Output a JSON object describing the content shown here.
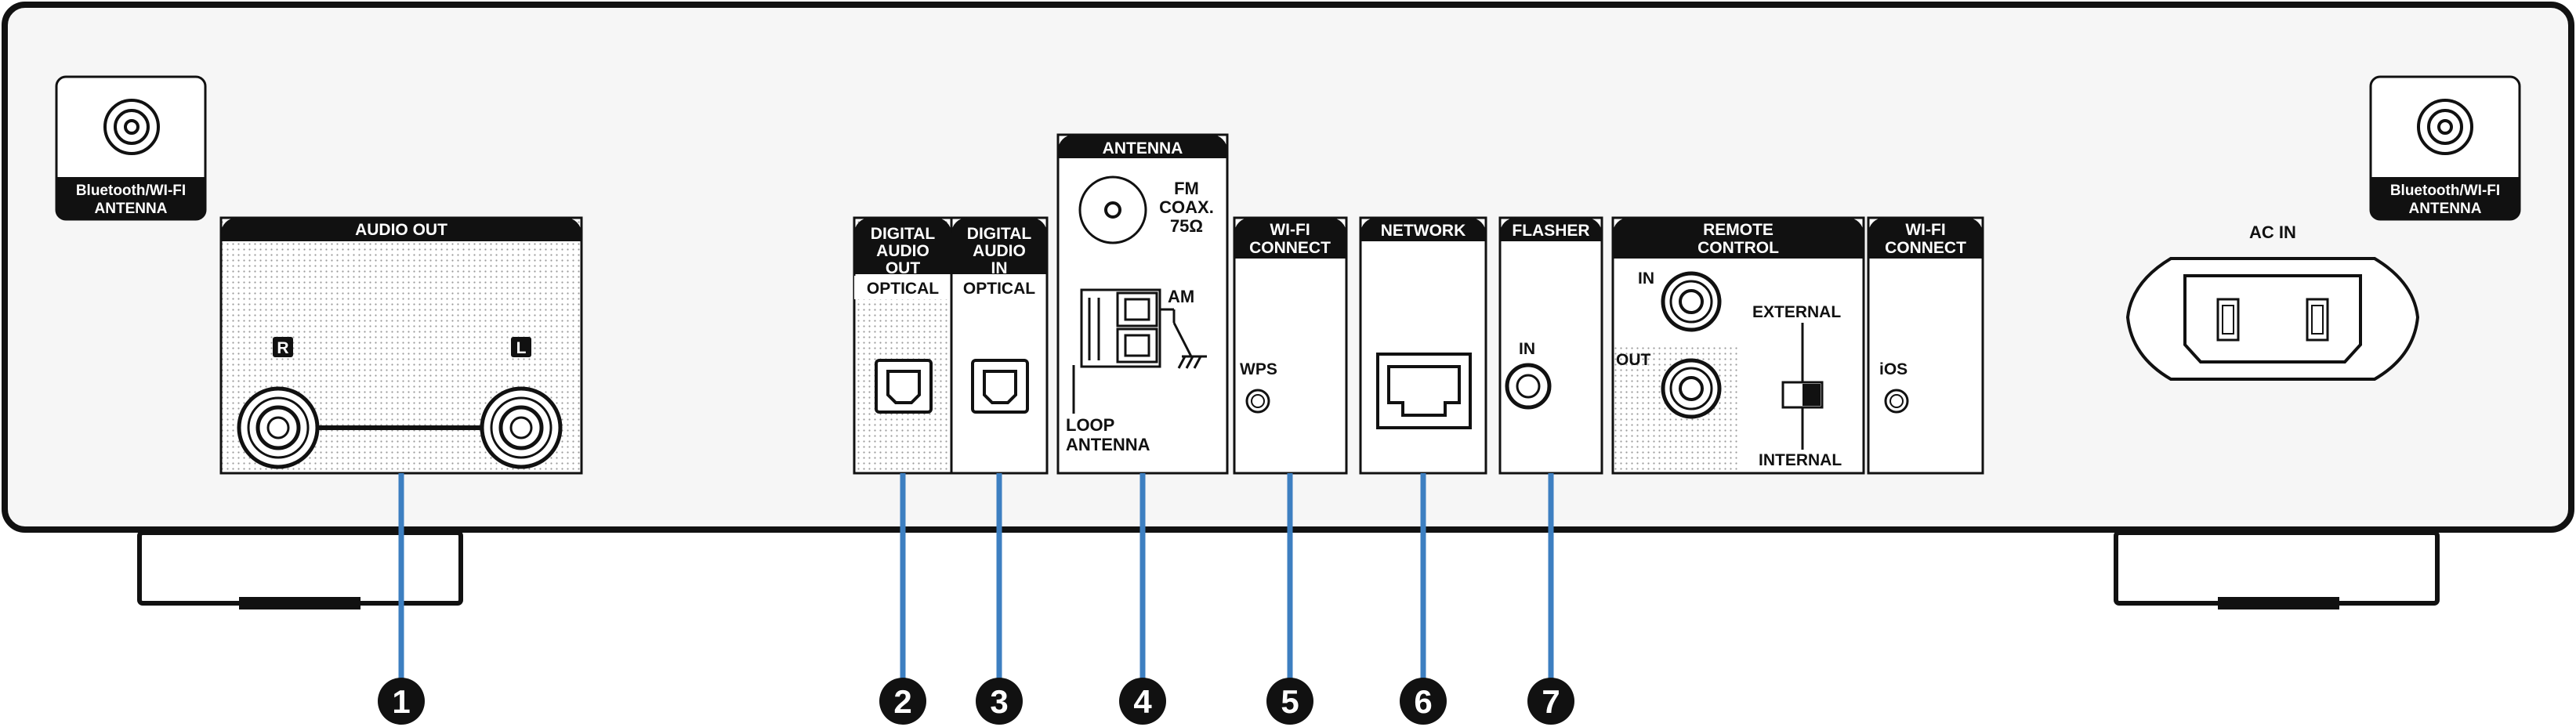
{
  "bt_antenna_left": {
    "line1": "Bluetooth/WI-FI",
    "line2": "ANTENNA"
  },
  "bt_antenna_right": {
    "line1": "Bluetooth/WI-FI",
    "line2": "ANTENNA"
  },
  "audio_out": {
    "header": "AUDIO OUT",
    "r": "R",
    "l": "L"
  },
  "digital_out": {
    "l1": "DIGITAL",
    "l2": "AUDIO",
    "l3": "OUT",
    "sub": "OPTICAL"
  },
  "digital_in": {
    "l1": "DIGITAL",
    "l2": "AUDIO",
    "l3": "IN",
    "sub": "OPTICAL"
  },
  "antenna": {
    "header": "ANTENNA",
    "fm1": "FM",
    "fm2": "COAX.",
    "fm3": "75Ω",
    "am": "AM",
    "loop1": "LOOP",
    "loop2": "ANTENNA"
  },
  "wifi_connect": {
    "l1": "WI-FI",
    "l2": "CONNECT",
    "wps": "WPS"
  },
  "network": {
    "header": "NETWORK"
  },
  "flasher": {
    "header": "FLASHER",
    "in": "IN"
  },
  "remote": {
    "l1": "REMOTE",
    "l2": "CONTROL",
    "in": "IN",
    "out": "OUT",
    "external": "EXTERNAL",
    "internal": "INTERNAL"
  },
  "wifi_connect2": {
    "l1": "WI-FI",
    "l2": "CONNECT",
    "ios": "iOS"
  },
  "ac_in": {
    "label": "AC IN"
  },
  "callouts": [
    {
      "num": "1"
    },
    {
      "num": "2"
    },
    {
      "num": "3"
    },
    {
      "num": "4"
    },
    {
      "num": "5"
    },
    {
      "num": "6"
    },
    {
      "num": "7"
    }
  ],
  "colors": {
    "panel": "#f6f6f6",
    "ink": "#111111",
    "leader": "#3d7fc1",
    "dots": "#9a9a9a"
  }
}
